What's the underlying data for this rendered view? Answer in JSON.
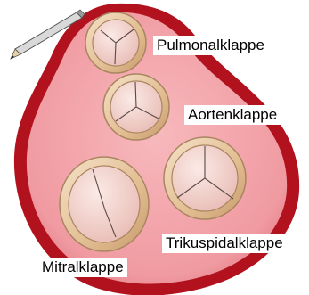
{
  "labels": {
    "pulmonal": "Pulmonalklappe",
    "aorten": "Aortenklappe",
    "trikuspidal": "Trikuspidalklappe",
    "mitral": "Mitralklappe"
  },
  "colors": {
    "heart_outer": "#b1121d",
    "heart_inner": "#f1a1a7",
    "ring": "#e6c7a0",
    "ring_edge": "#a98561",
    "valve_center": "#f5dcd6",
    "valve_line": "#5a4a45"
  },
  "icons": [
    "pencil-icon"
  ]
}
